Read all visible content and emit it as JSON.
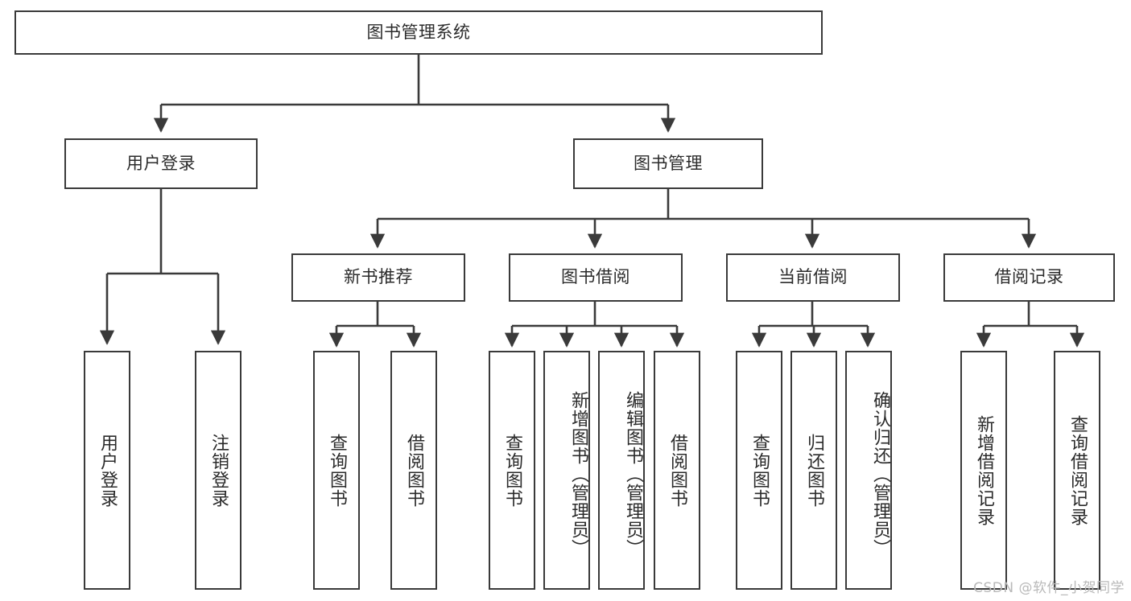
{
  "diagram": {
    "title": "图书管理系统",
    "type": "hierarchy-tree",
    "watermark": "CSDN @软件_小贺同学",
    "colors": {
      "box_border": "#3a3a3a",
      "box_fill": "#ffffff",
      "line": "#3a3a3a",
      "text": "#2b2b2b",
      "watermark": "#b9b9b9"
    },
    "root": {
      "label": "图书管理系统"
    },
    "level2": [
      {
        "id": "user-login",
        "label": "用户登录"
      },
      {
        "id": "book-manage",
        "label": "图书管理"
      }
    ],
    "level3": [
      {
        "id": "new-book-recommend",
        "label": "新书推荐"
      },
      {
        "id": "book-borrow",
        "label": "图书借阅"
      },
      {
        "id": "current-borrow",
        "label": "当前借阅"
      },
      {
        "id": "borrow-record",
        "label": "借阅记录"
      }
    ],
    "leaves": {
      "user_login": [
        {
          "id": "leaf-user-login",
          "label": "用户登录"
        },
        {
          "id": "leaf-logout-login",
          "label": "注销登录"
        }
      ],
      "new_book_recommend": [
        {
          "id": "leaf-query-book-1",
          "label": "查询图书"
        },
        {
          "id": "leaf-borrow-book-1",
          "label": "借阅图书"
        }
      ],
      "book_borrow": [
        {
          "id": "leaf-query-book-2",
          "label": "查询图书"
        },
        {
          "id": "leaf-add-book",
          "label": "新增图书（管理员）"
        },
        {
          "id": "leaf-edit-book",
          "label": "编辑图书（管理员）"
        },
        {
          "id": "leaf-borrow-book-2",
          "label": "借阅图书"
        }
      ],
      "current_borrow": [
        {
          "id": "leaf-query-book-3",
          "label": "查询图书"
        },
        {
          "id": "leaf-return-book",
          "label": "归还图书"
        },
        {
          "id": "leaf-confirm-return",
          "label": "确认归还（管理员）"
        }
      ],
      "borrow_record": [
        {
          "id": "leaf-add-record",
          "label": "新增借阅记录"
        },
        {
          "id": "leaf-query-record",
          "label": "查询借阅记录"
        }
      ]
    }
  }
}
